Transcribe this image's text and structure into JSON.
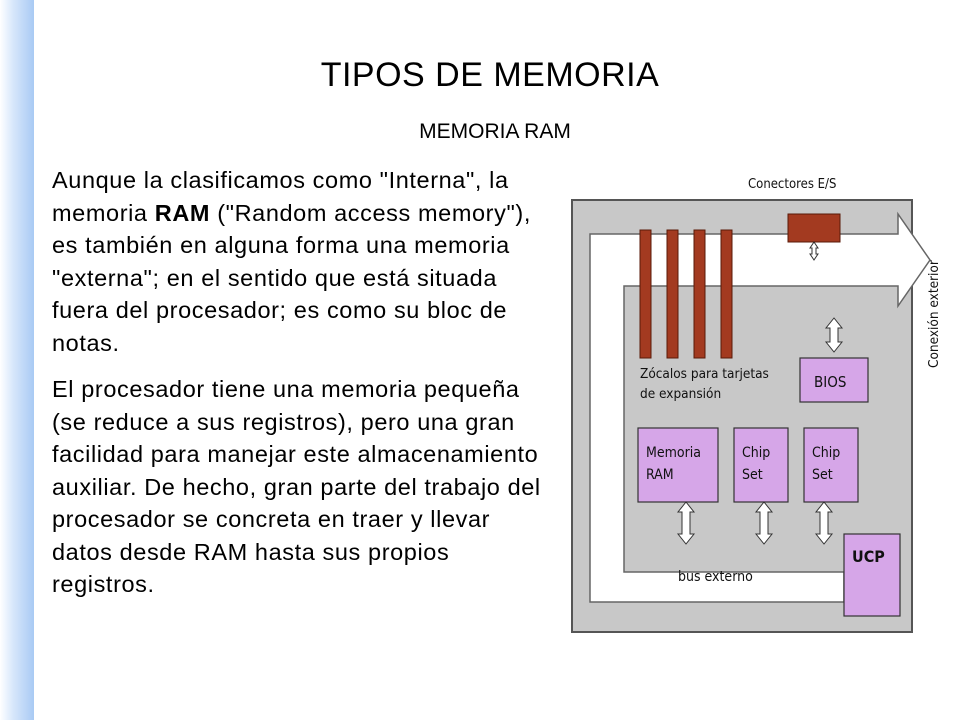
{
  "title": "TIPOS DE MEMORIA",
  "subtitle": "MEMORIA RAM",
  "paragraphs": [
    {
      "before": "Aunque la clasificamos como \"Interna\", la memoria ",
      "bold": "RAM",
      "after": " (\"Random access memory\"), es también en alguna forma una memoria \"externa\"; en el sentido que está situada fuera del procesador; es como su bloc de notas."
    },
    {
      "text": "El procesador tiene una memoria pequeña (se reduce a sus registros), pero una gran facilidad para manejar este almacenamiento auxiliar. De hecho, gran parte del trabajo del procesador se concreta en traer y llevar datos desde RAM hasta sus propios registros."
    }
  ],
  "diagram": {
    "conectores": "Conectores E/S",
    "conexion": "Conexión exterior",
    "zocalos_1": "Zócalos para tarjetas",
    "zocalos_2": "de expansión",
    "bios": "BIOS",
    "ram_1": "Memoria",
    "ram_2": "RAM",
    "chip1_1": "Chip",
    "chip1_2": "Set",
    "chip2_1": "Chip",
    "chip2_2": "Set",
    "ucp": "UCP",
    "bus": "bus externo",
    "colors": {
      "board": "#c8c8c8",
      "slots": "#a33a20",
      "chips": "#d6a6e8",
      "arrows": "#ffffff"
    }
  }
}
